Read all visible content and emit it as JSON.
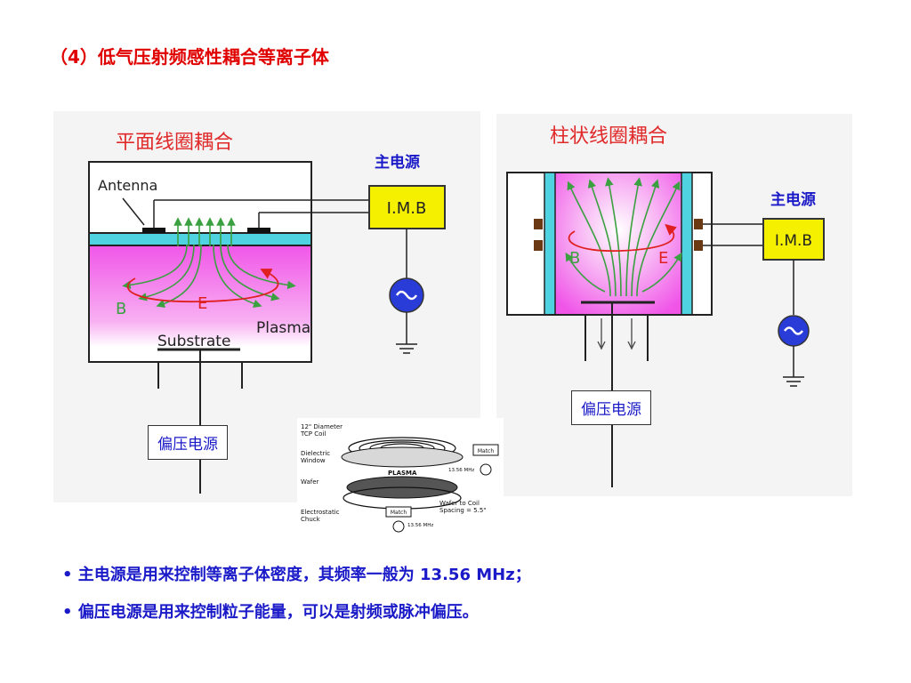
{
  "slide": {
    "title": "（4）低气压射频感性耦合等离子体"
  },
  "left_diagram": {
    "caption": "平面线圈耦合",
    "antenna": "Antenna",
    "imb": "I.M.B",
    "b": "B",
    "e": "E",
    "plasma": "Plasma",
    "substrate": "Substrate",
    "main_source": "主电源",
    "bias_source": "偏压电源"
  },
  "right_diagram": {
    "caption": "柱状线圈耦合",
    "imb": "I.M.B",
    "b": "B",
    "e": "E",
    "main_source": "主电源",
    "bias_source": "偏压电源"
  },
  "inset": {
    "coil": "12\" Diameter TCP Coil",
    "coil_l1": "12\" Diameter",
    "coil_l2": "TCP Coil",
    "window_l1": "Dielectric",
    "window_l2": "Window",
    "plasma": "PLASMA",
    "wafer": "Wafer",
    "chuck_l1": "Electrostatic",
    "chuck_l2": "Chuck",
    "match_top": "Match",
    "match_bottom": "Match",
    "freq_top": "13.56 MHz",
    "freq_bottom": "13.56 MHz",
    "spacing_l1": "Wafer to Coil",
    "spacing_l2": "Spacing = 5.5\""
  },
  "bullets": [
    "• 主电源是用来控制等离子体密度，其频率一般为 13.56 MHz；",
    "•  偏压电源是用来控制粒子能量，可以是射频或脉冲偏压。"
  ],
  "colors": {
    "title": "#e00000",
    "text_blue": "#1a1ac8",
    "plasma_pink": "#f58cf0",
    "window_cyan": "#4fd3e0",
    "imb_yellow": "#f4f000",
    "source_blue": "#2a3cd8",
    "field_green": "#3aa040",
    "field_red": "#e02020"
  }
}
